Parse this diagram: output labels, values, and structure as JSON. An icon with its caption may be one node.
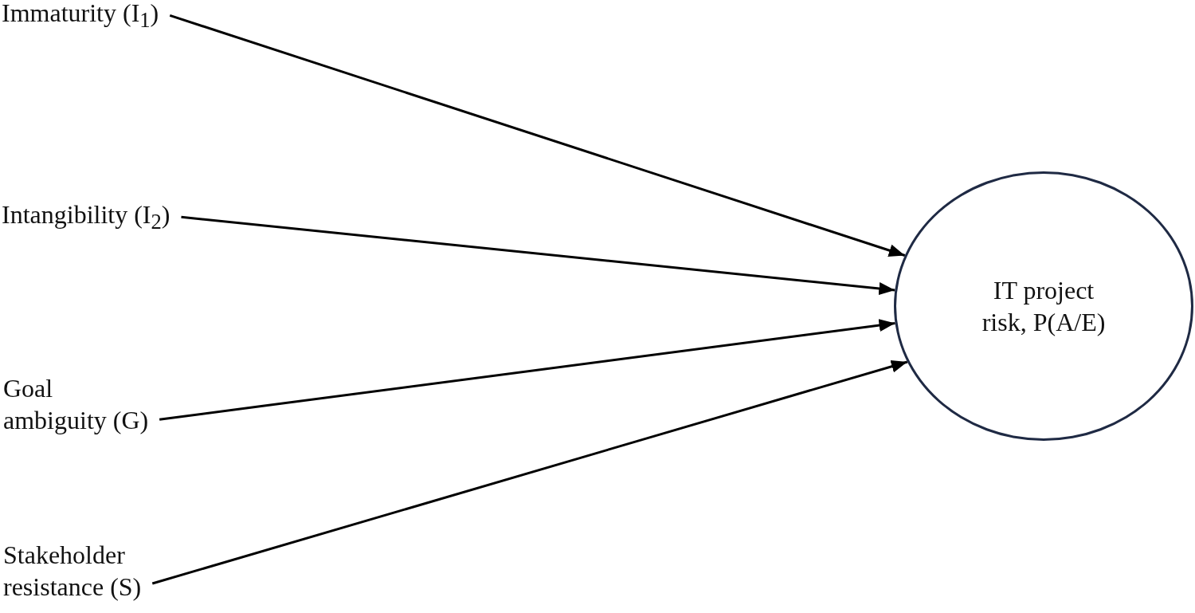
{
  "diagram": {
    "nodes": [
      {
        "text": [
          "Immaturity (I$_{1}$)"
        ]
      },
      {
        "text": [
          "Intangibility (I$_{2}$)"
        ]
      },
      {
        "text": [
          "Goal ambiguity (G)"
        ]
      },
      {
        "text": [
          "Stakeholder resistance (S)"
        ]
      },
      {
        "text": [
          "IT project risk, P(A/E)"
        ]
      }
    ],
    "edges": [
      {
        "from": 0,
        "to": 4,
        "arrow": "to"
      },
      {
        "from": 1,
        "to": 4,
        "arrow": "to"
      },
      {
        "from": 2,
        "to": 4,
        "arrow": "to"
      },
      {
        "from": 3,
        "to": 4,
        "arrow": "to"
      }
    ]
  }
}
